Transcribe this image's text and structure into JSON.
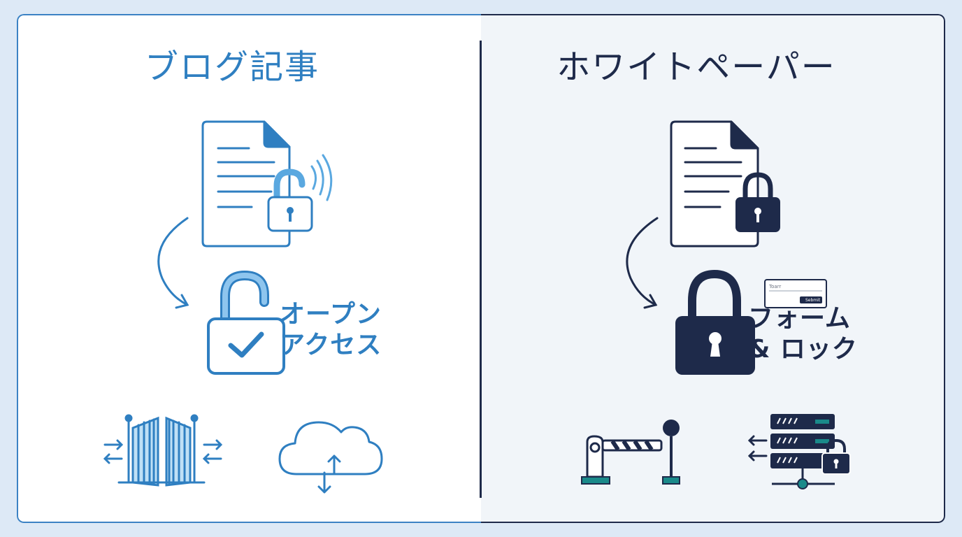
{
  "left": {
    "title": "ブログ記事",
    "label_line1": "オープン",
    "label_line2": "アクセス",
    "color": "#2f7fc1"
  },
  "right": {
    "title": "ホワイトペーパー",
    "label_line1": "フォーム",
    "label_line2": "& ロック",
    "form_field_text": "Toarr",
    "form_button_text": "Sebmit",
    "color": "#1e2a4a"
  },
  "icons": {
    "left": [
      "document-icon",
      "open-padlock-icon",
      "signal-waves-icon",
      "curved-arrow-icon",
      "open-lock-check-icon",
      "open-gate-icon",
      "cloud-sync-icon"
    ],
    "right": [
      "document-icon",
      "closed-padlock-icon",
      "curved-arrow-icon",
      "closed-lock-icon",
      "form-icon",
      "barrier-gate-icon",
      "server-lock-icon"
    ]
  }
}
